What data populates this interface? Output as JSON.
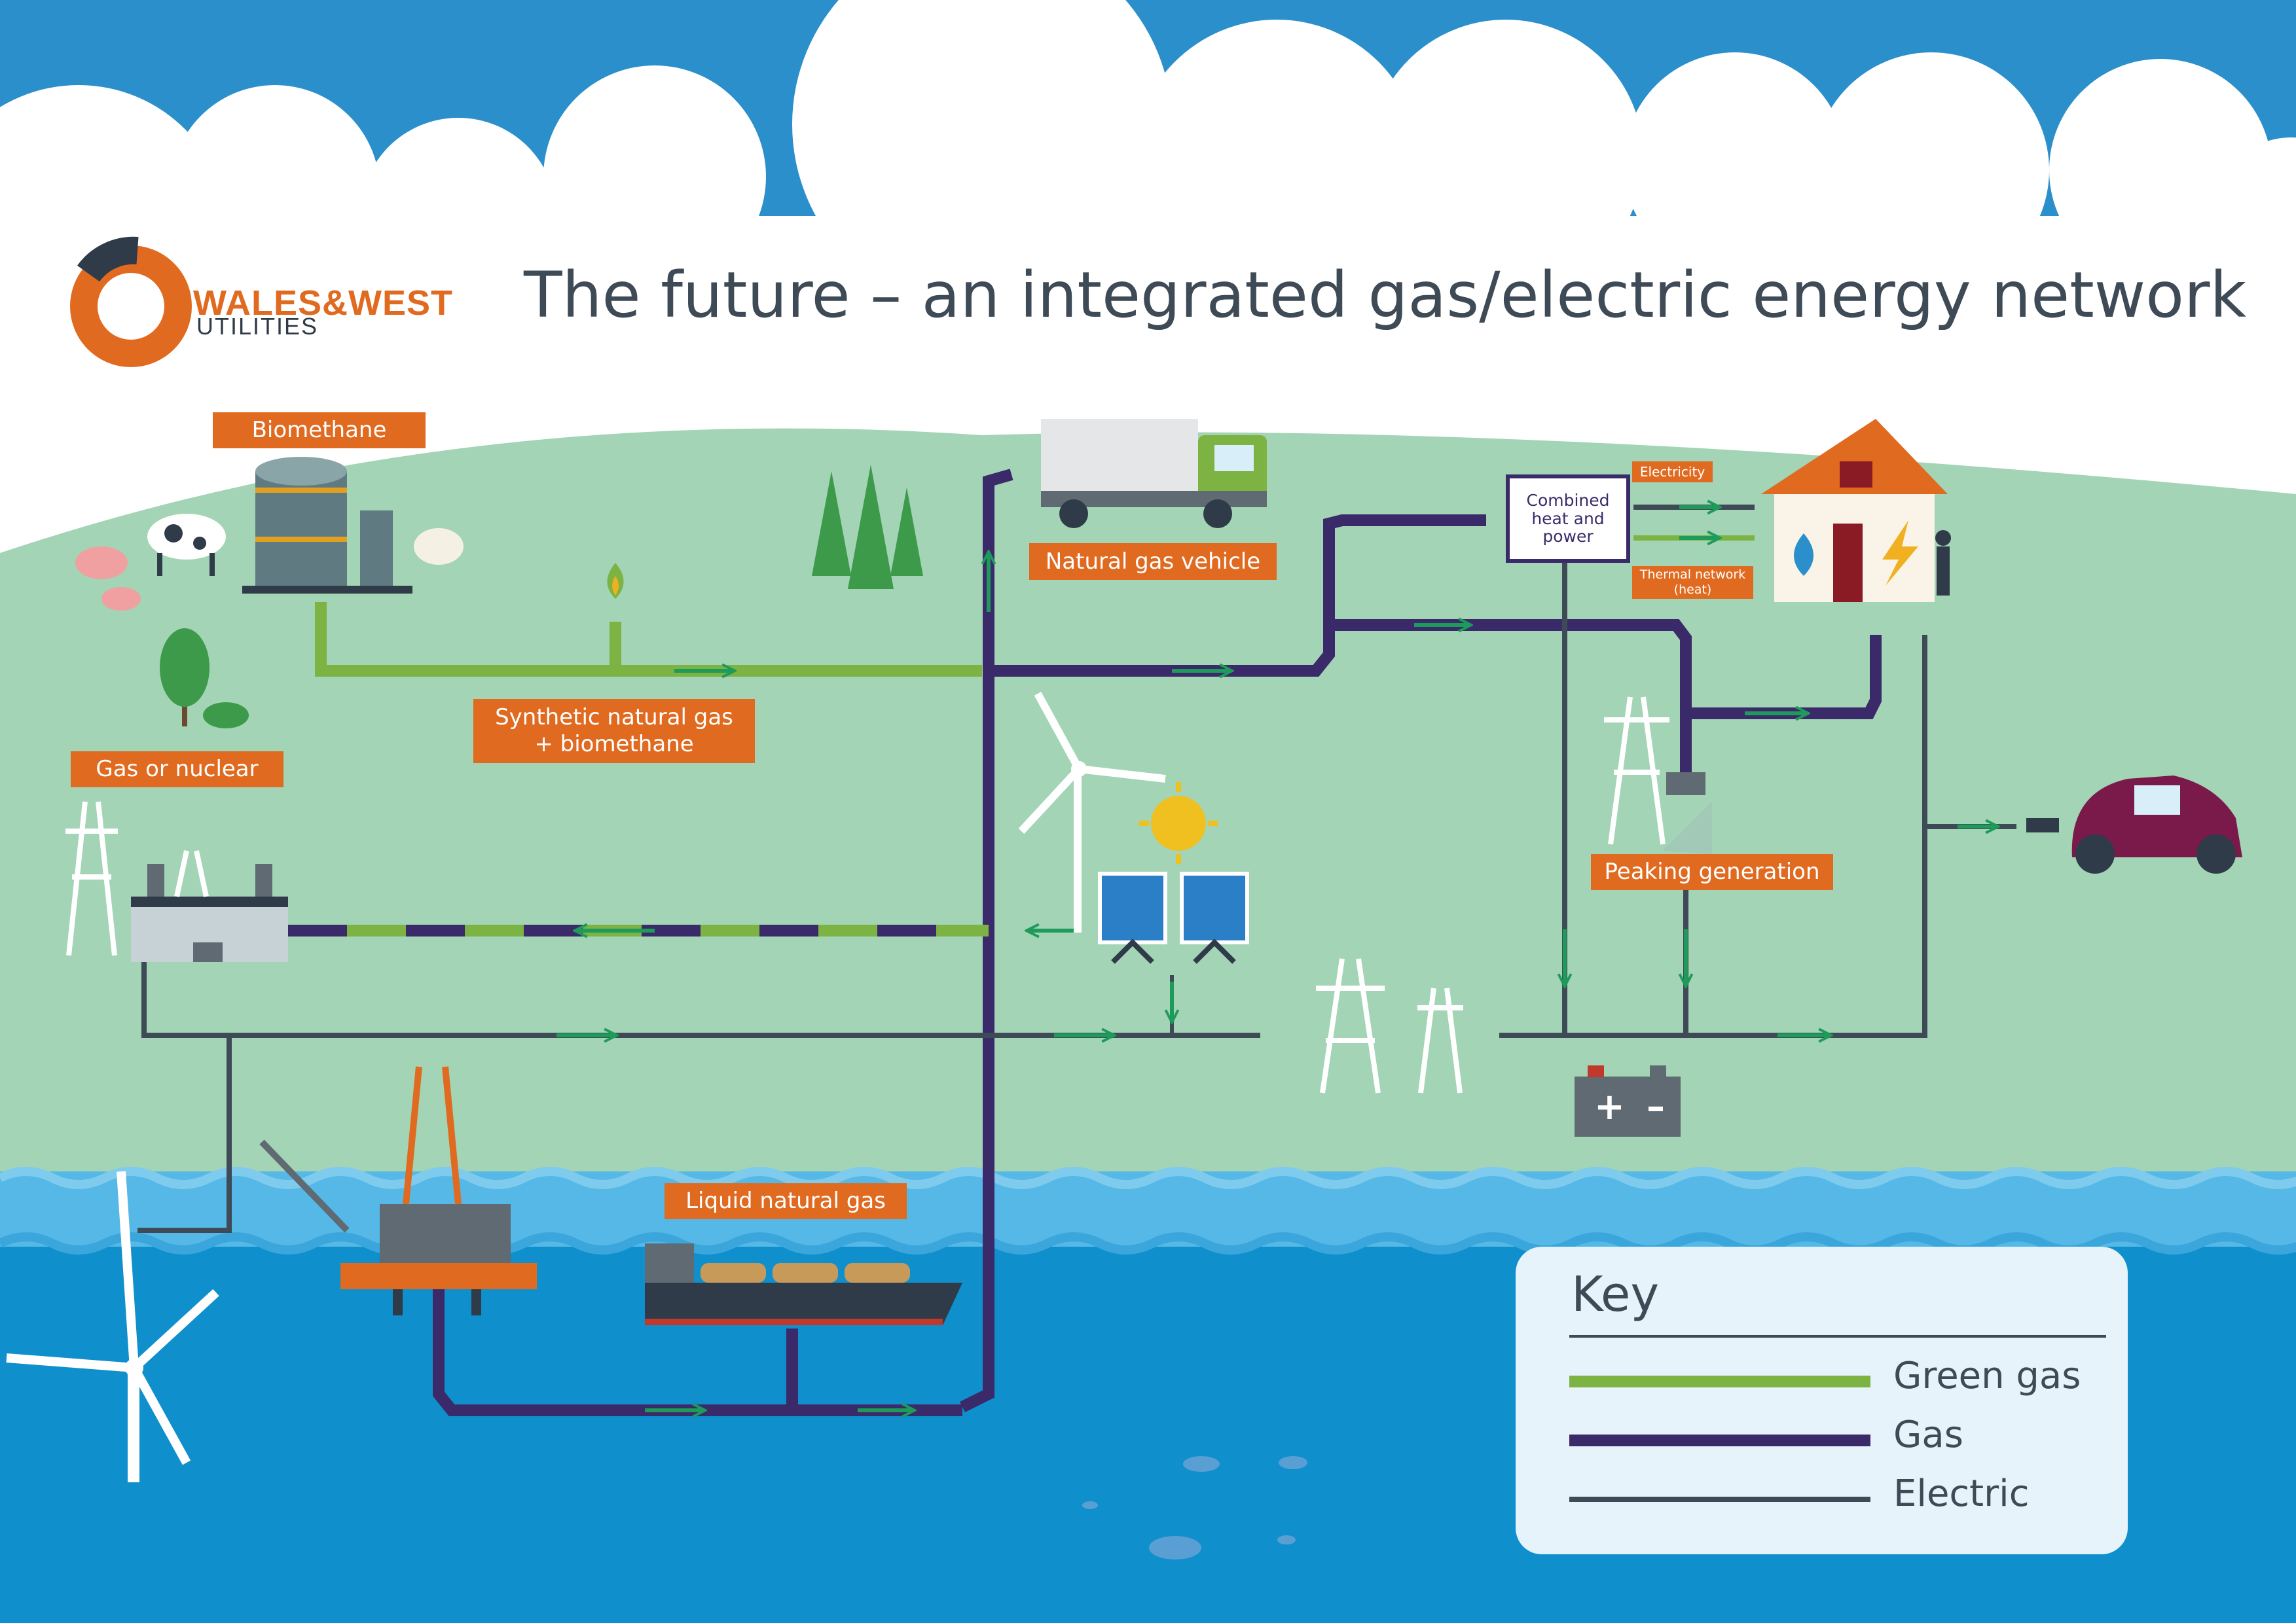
{
  "header": {
    "brand_line1": "WALES&WEST",
    "brand_line2": "UTILITIES",
    "title": "The future – an integrated gas/electric energy network"
  },
  "labels": {
    "biomethane": "Biomethane",
    "synthetic_gas": "Synthetic natural gas + biomethane",
    "gas_or_nuclear": "Gas or nuclear",
    "natural_gas_vehicle": "Natural gas vehicle",
    "liquid_natural_gas": "Liquid natural gas",
    "chp": "Combined heat and power",
    "electricity": "Electricity",
    "thermal_network": "Thermal network (heat)",
    "peaking_generation": "Peaking generation"
  },
  "battery": {
    "plus": "+",
    "minus": "–"
  },
  "key": {
    "title": "Key",
    "items": [
      {
        "label": "Green gas",
        "color": "#7cb342"
      },
      {
        "label": "Gas",
        "color": "#3a2a6a"
      },
      {
        "label": "Electric",
        "color": "#3e4a56"
      }
    ]
  },
  "colors": {
    "sky": "#2a8fcb",
    "land": "#a2d4b5",
    "sea_light": "#55b8e6",
    "sea_dark": "#0f8fcc",
    "green_gas": "#7cb342",
    "gas": "#3a2a6a",
    "electric": "#3e4a56",
    "arrow": "#1e9a5a",
    "label_bg": "#e06a20"
  }
}
